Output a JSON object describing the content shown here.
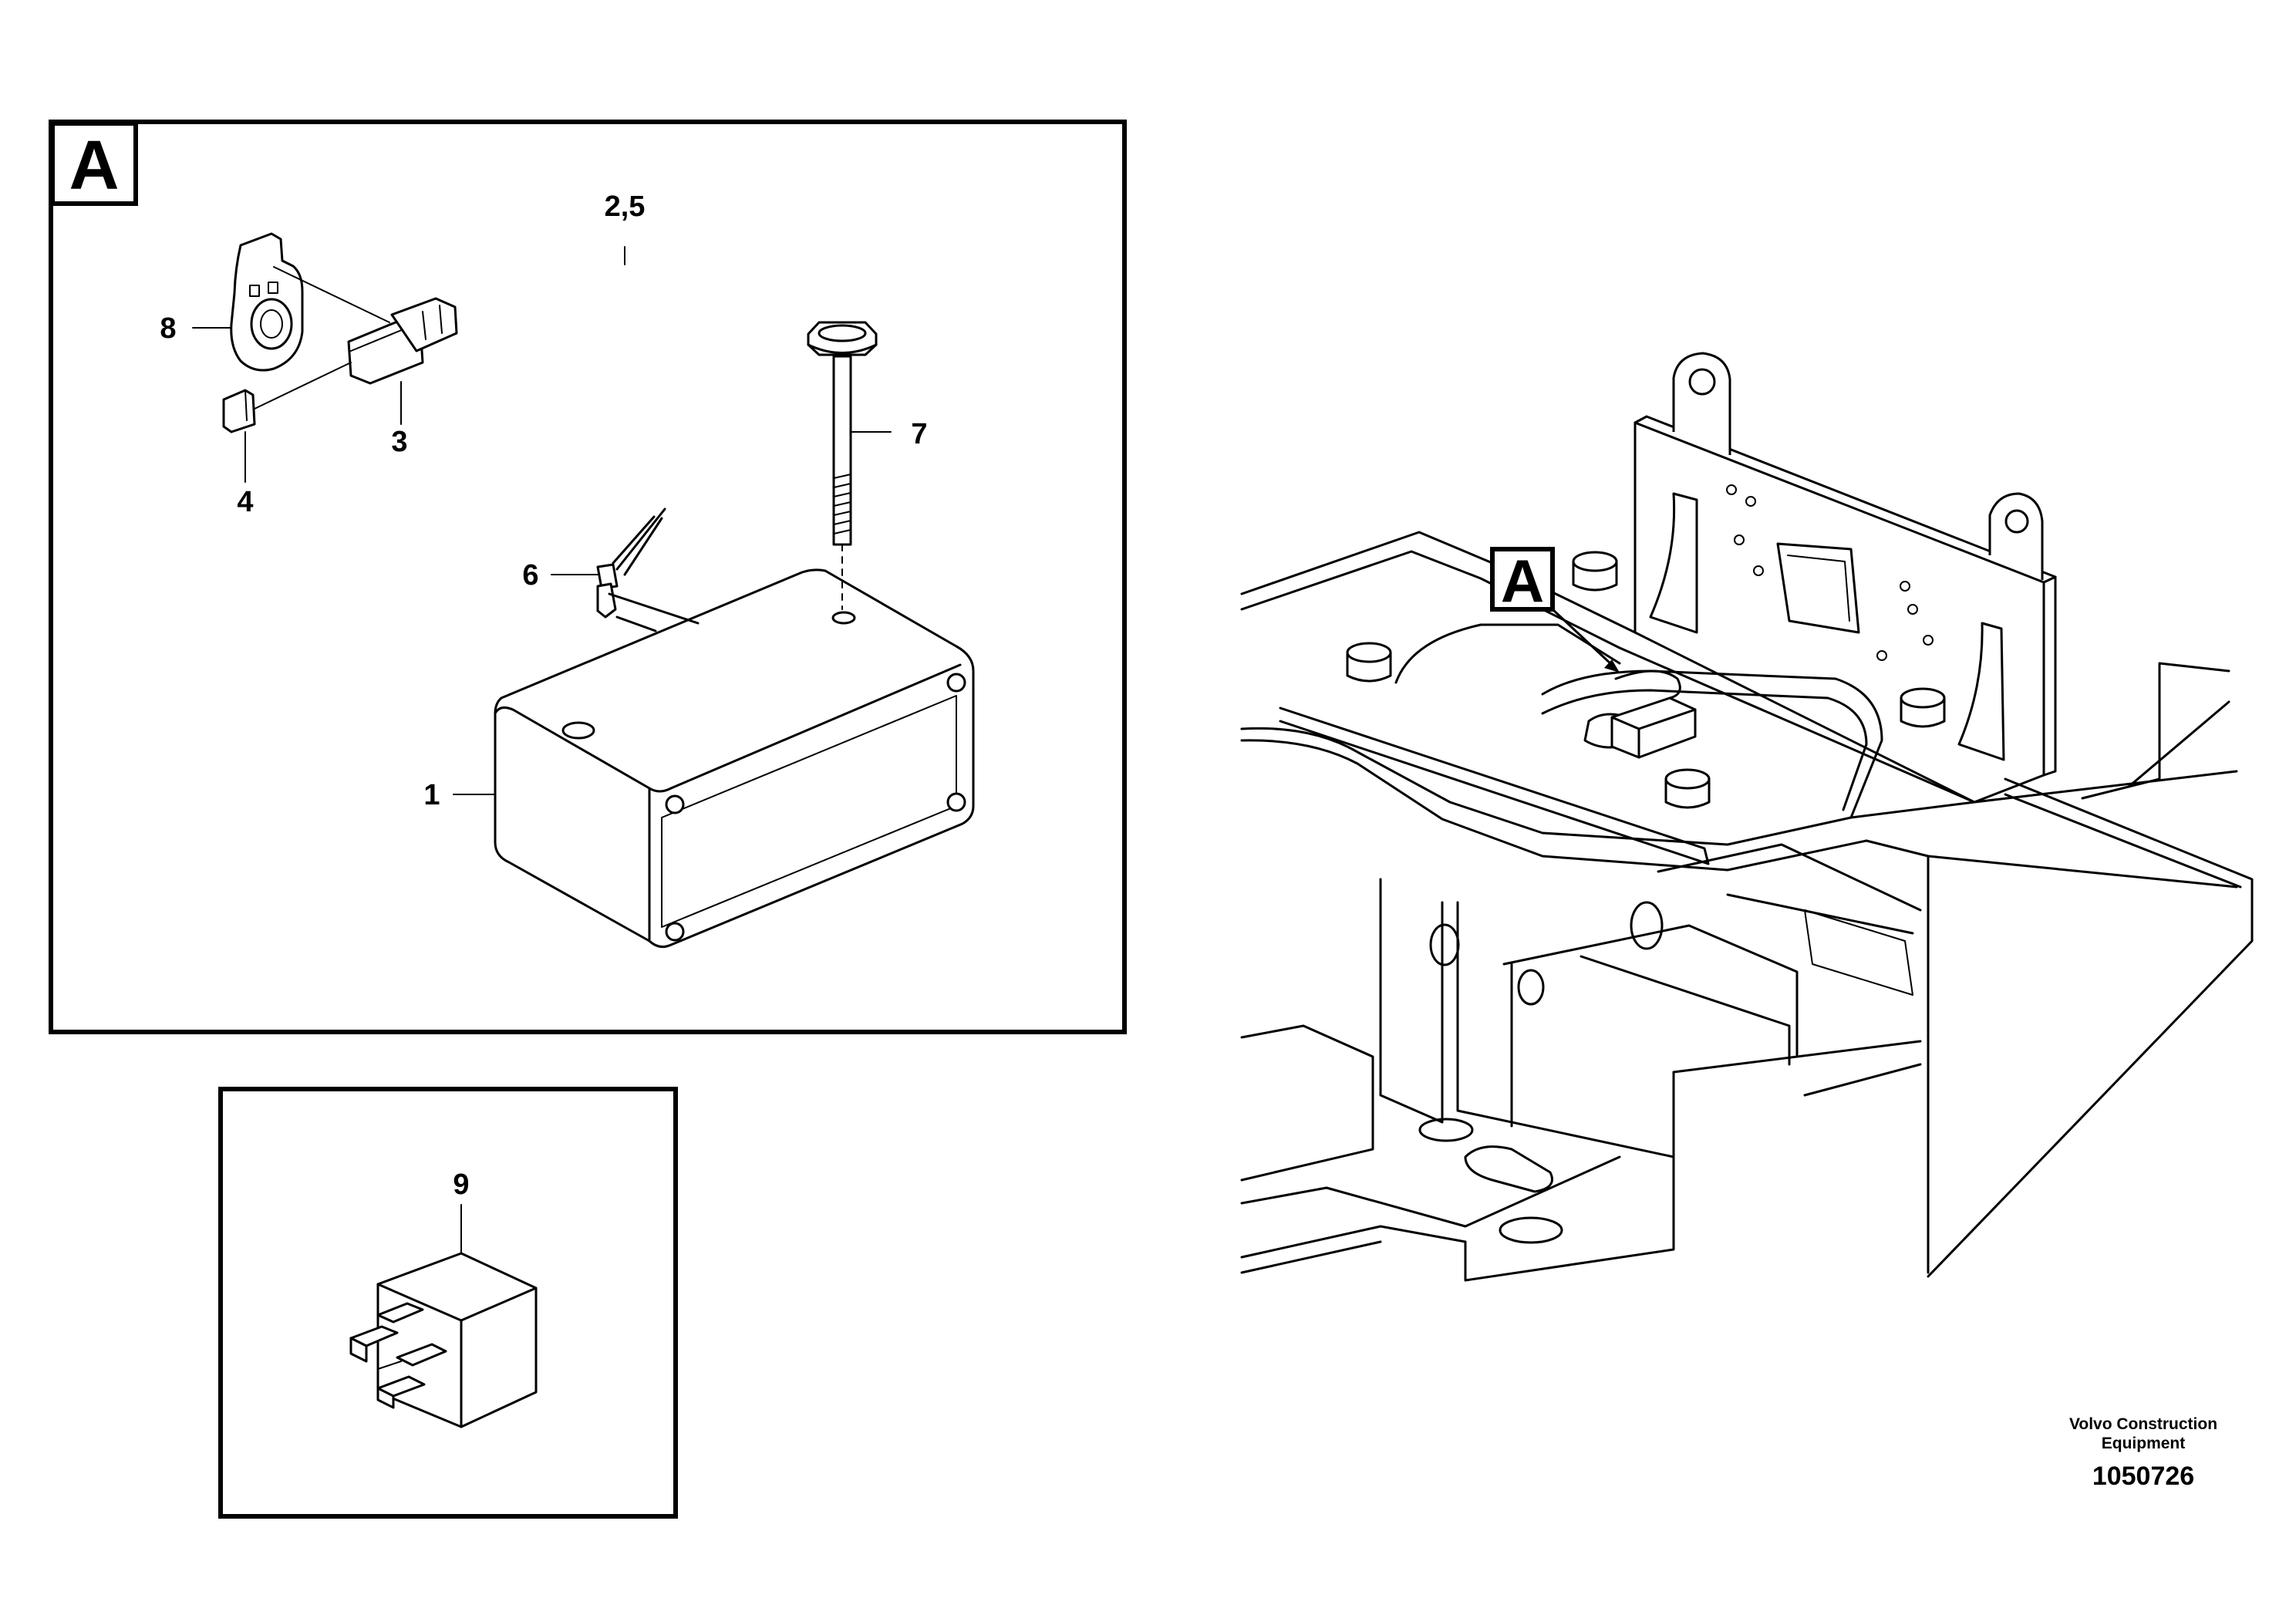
{
  "detail_a": {
    "tag": "A",
    "callouts": {
      "c1": "1",
      "c25": "2,5",
      "c3": "3",
      "c4": "4",
      "c6": "6",
      "c7": "7",
      "c8": "8"
    }
  },
  "detail_relay": {
    "callout": "9"
  },
  "overview": {
    "tag": "A"
  },
  "footer": {
    "credit_line1": "Volvo Construction",
    "credit_line2": "Equipment",
    "doc_number": "1050726"
  }
}
